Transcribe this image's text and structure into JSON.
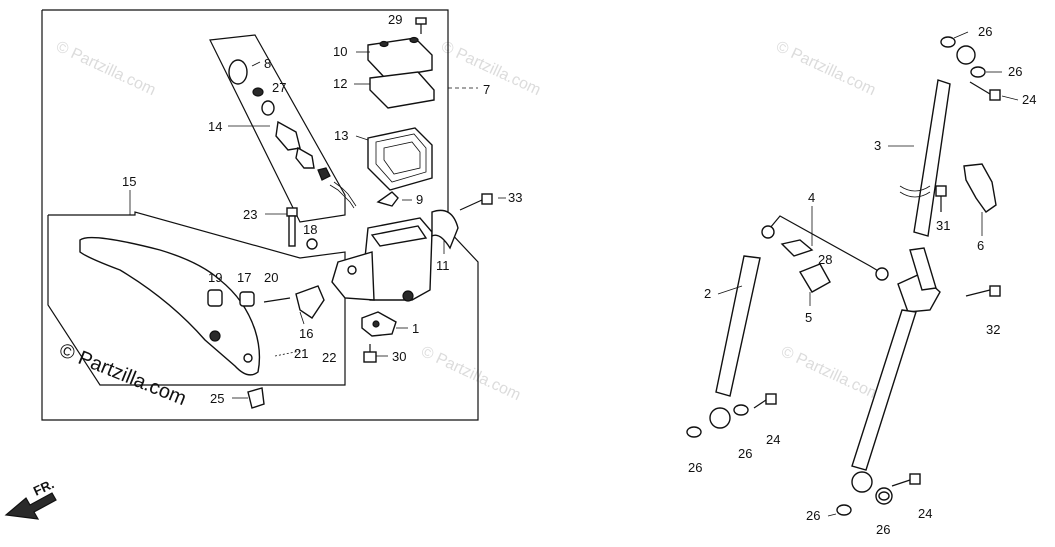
{
  "watermarks": {
    "faint": "© Partzilla.com",
    "bold": "© Partzilla.com"
  },
  "direction_label": "FR.",
  "callouts": {
    "c1": "1",
    "c2": "2",
    "c3": "3",
    "c4": "4",
    "c5": "5",
    "c6": "6",
    "c7": "7",
    "c8": "8",
    "c9": "9",
    "c10": "10",
    "c11": "11",
    "c12": "12",
    "c13": "13",
    "c14": "14",
    "c15": "15",
    "c16": "16",
    "c17": "17",
    "c18": "18",
    "c19": "19",
    "c20": "20",
    "c21": "21",
    "c22": "22",
    "c23": "23",
    "c24": "24",
    "c25": "25",
    "c26": "26",
    "c27": "27",
    "c28": "28",
    "c29": "29",
    "c30": "30",
    "c31": "31",
    "c32": "32",
    "c33": "33"
  }
}
